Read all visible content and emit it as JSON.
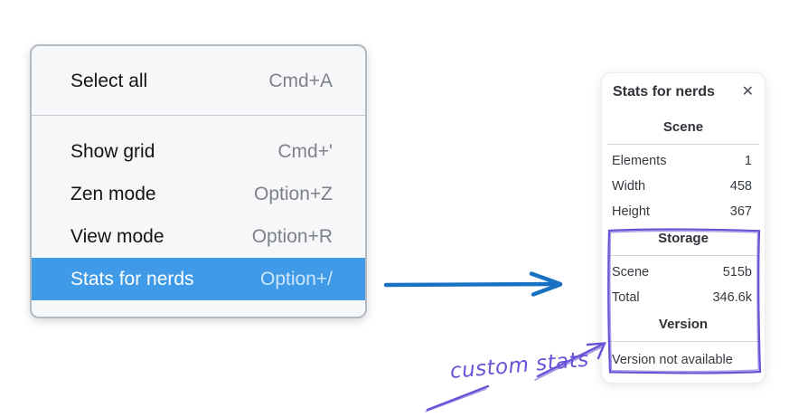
{
  "menu": {
    "sections": [
      {
        "items": [
          {
            "label": "Select all",
            "shortcut": "Cmd+A",
            "active": false
          }
        ]
      },
      {
        "items": [
          {
            "label": "Show grid",
            "shortcut": "Cmd+'",
            "active": false
          },
          {
            "label": "Zen mode",
            "shortcut": "Option+Z",
            "active": false
          },
          {
            "label": "View mode",
            "shortcut": "Option+R",
            "active": false
          },
          {
            "label": "Stats for nerds",
            "shortcut": "Option+/",
            "active": true
          }
        ]
      }
    ]
  },
  "stats_panel": {
    "title": "Stats for nerds",
    "close_icon": "✕",
    "sections": [
      {
        "heading": "Scene",
        "rows": [
          [
            "Elements",
            "1"
          ],
          [
            "Width",
            "458"
          ],
          [
            "Height",
            "367"
          ]
        ]
      },
      {
        "heading": "Storage",
        "rows": [
          [
            "Scene",
            "515b"
          ],
          [
            "Total",
            "346.6k"
          ]
        ]
      },
      {
        "heading": "Version",
        "note": "Version not available"
      }
    ]
  },
  "annotation": {
    "label": "custom stats"
  },
  "colors": {
    "menu_highlight": "#3f9be8",
    "menu_background": "#f6f7f8",
    "arrow_blue": "#1971c2",
    "annotation_purple": "#6a52d6"
  }
}
